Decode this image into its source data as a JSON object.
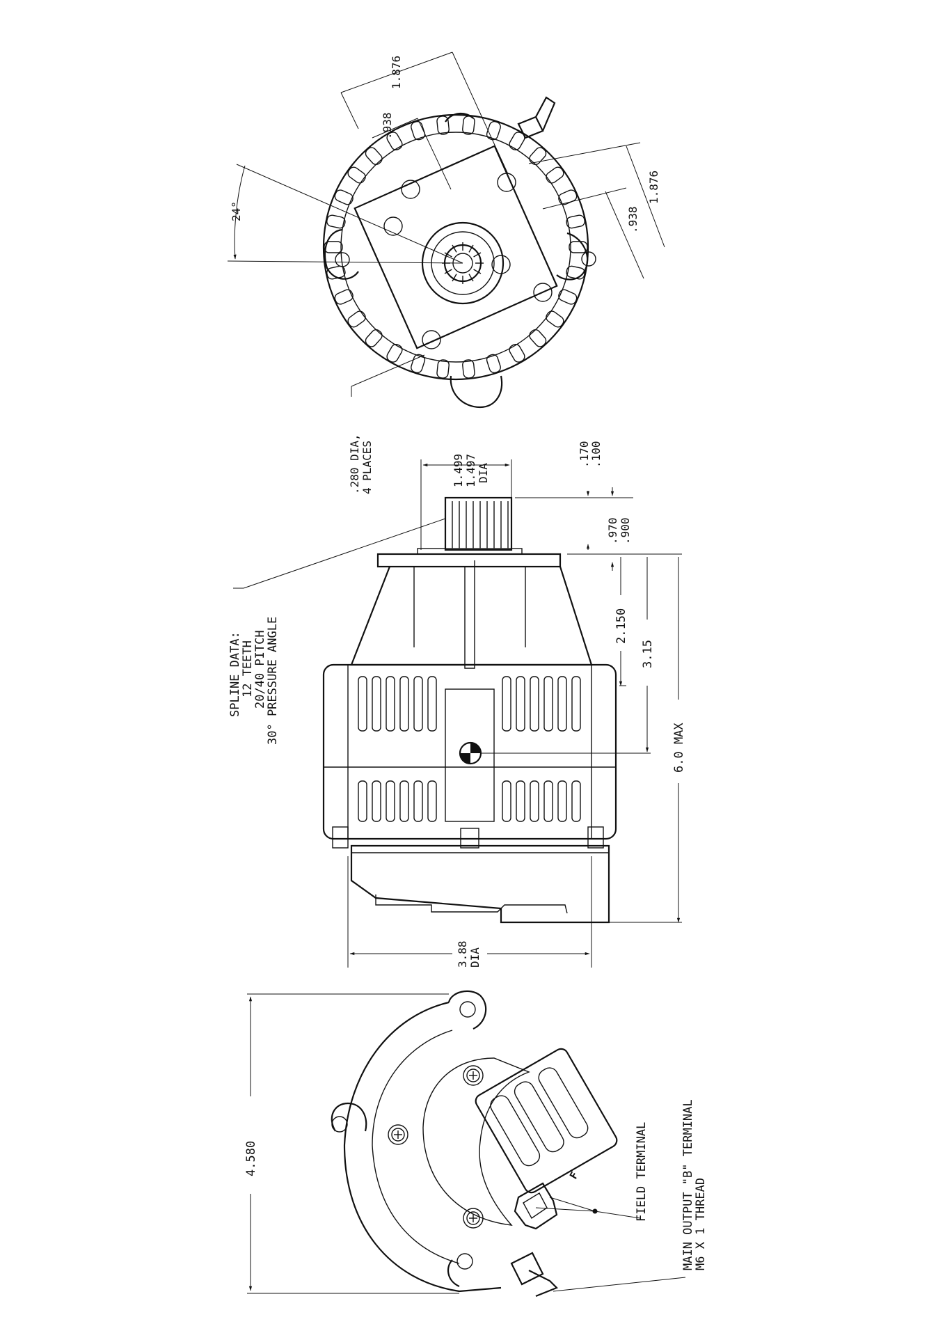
{
  "top_view": {
    "dim_1876_a": "1.876",
    "dim_938_a": ".938",
    "dim_1876_b": "1.876",
    "dim_938_b": ".938",
    "angle": "24°",
    "holes_line1": ".280 DIA,",
    "holes_line2": "4 PLACES"
  },
  "side_view": {
    "spline_lines": [
      "SPLINE DATA:",
      "12 TEETH",
      "20/40 PITCH",
      "30° PRESSURE ANGLE"
    ],
    "pilot_dia": [
      "1.499",
      "1.497",
      "DIA"
    ],
    "shaft_tol": [
      ".170",
      ".100"
    ],
    "shaft_len": [
      ".970",
      ".900"
    ],
    "dim_2150": "2.150",
    "dim_315": "3.15",
    "dim_60": "6.0 MAX",
    "body_dia": [
      "3.88",
      "DIA"
    ]
  },
  "rear_view": {
    "dim_4580": "4.580",
    "field_terminal": "FIELD TERMINAL",
    "main_output_1": "MAIN OUTPUT \"B\" TERMINAL",
    "main_output_2": "M6 X 1 THREAD",
    "terminal_mark": "F"
  }
}
